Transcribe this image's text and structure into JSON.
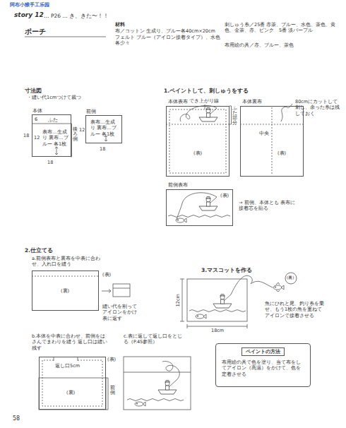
{
  "diagram": {
    "title": "ポーチ",
    "nodes": [
      {
        "text": [
          "本体",
          "ふた",
          "表布…生成り 裏布…ブルー 各1枚"
        ]
      },
      {
        "text": [
          "前側",
          "表布…生成り 裏布…ブルー 各1枚"
        ]
      },
      {
        "text": [
          "本体表布",
          "(表)"
        ]
      },
      {
        "text": [
          "本体裏布",
          "中央",
          "(表)"
        ]
      },
      {
        "text": [
          "前側表布",
          "(表)"
        ]
      },
      {
        "text": [
          "(裏)"
        ]
      },
      {
        "text": [
          "返し口5cm",
          "(裏)"
        ]
      },
      {
        "text": [
          "ペイントの方法",
          "布用絵の具で色を塗り、当て布をしてアイロン（高温）をかけて、色を定着させる"
        ]
      }
    ],
    "labels": [
      "阿布小猴手工乐园",
      "story 12",
      "… P26 … き、きた〜！！",
      "材料",
      "布／コットン 生成り、ブルー各40cm×20cm",
      "フェルト ブルー（アイロン接着タイプ）、水色各少々",
      "刺しゅう糸／25番 赤茶、ブルー、水色、茶色、黄色、金茶、赤、ピンク　5番 淡パープル",
      "布用絵の具／赤、ブルー、茶色",
      "寸法図",
      "・縫い代1cmつけて裁つ",
      "6",
      "18",
      "12",
      "後ろ側",
      "18",
      "12",
      "18",
      "1.ペイントして、刺しゅうをする",
      "でき上がり線",
      "ふた部分",
      "80cmにカットして刺し、余った糸は残しておく",
      "→ 前側、本体とも 表布に接着芯を貼る",
      "2.仕立てる",
      "a.前側表布と裏布を中表に合わせ、入れ口を縫う",
      "(表)",
      "縫い代を割ってアイロンをかけ表に返す",
      "3.マスコットを作る",
      "12cm",
      "18cm",
      "(裏)",
      "魚にひれと尾、釣り糸を乗せ、もう1枚の魚を重ねてアイロンで接着させる",
      "b.本体を中表に合わせ、前側をはさんでまわりを縫う 返し口は縫い残す",
      "(表)",
      "前側",
      "c.表に返して返し口をとじる（P.45参照）",
      "58"
    ]
  }
}
